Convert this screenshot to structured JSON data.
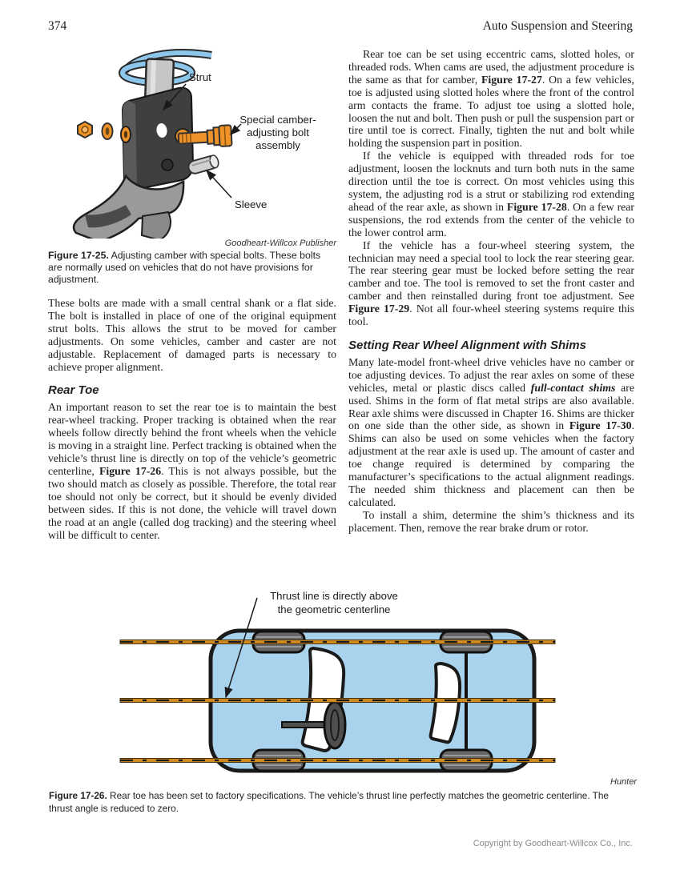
{
  "header": {
    "page_number": "374",
    "running_title": "Auto Suspension and Steering"
  },
  "figure_25": {
    "label_strut": "Strut",
    "label_bolt_line1": "Special camber-",
    "label_bolt_line2": "adjusting bolt",
    "label_bolt_line3": "assembly",
    "label_sleeve": "Sleeve",
    "credit": "Goodheart-Willcox Publisher",
    "caption_lead": "Figure 17-25.",
    "caption_rest": " Adjusting camber with special bolts. These bolts are normally used on vehicles that do not have provisions for adjustment."
  },
  "left_col": {
    "para_bolts": "These bolts are made with a small central shank or a flat side. The bolt is installed in place of one of the original equipment strut bolts. This allows the strut to be moved for camber adjustments. On some vehicles, camber and caster are not adjustable. Replacement of damaged parts is necessary to achieve proper alignment.",
    "heading_rear_toe": "Rear Toe",
    "para_rear_toe": [
      {
        "t": "An important reason to set the rear toe is to maintain the best rear-wheel tracking. Proper tracking is obtained when the rear wheels follow directly behind the front wheels when the vehicle is moving in a straight line. Perfect tracking is obtained when the vehicle’s thrust line is directly on top of the vehicle’s geometric centerline, "
      },
      {
        "t": "Figure 17-26",
        "b": true
      },
      {
        "t": ". This is not always possible, but the two should match as closely as possible. Therefore, the total rear toe should not only be correct, but it should be evenly divided between sides. If this is not done, the vehicle will travel down the road at an angle (called dog tracking) and the steering wheel will be difficult to center."
      }
    ]
  },
  "right_col": {
    "para_cams": [
      {
        "t": "Rear toe can be set using eccentric cams, slotted holes, or threaded rods. When cams are used, the adjustment procedure is the same as that for camber, "
      },
      {
        "t": "Figure 17-27",
        "b": true
      },
      {
        "t": ". On a few vehicles, toe is adjusted using slotted holes where the front of the control arm contacts the frame. To adjust toe using a slotted hole, loosen the nut and bolt. Then push or pull the suspension part or tire until toe is correct. Finally, tighten the nut and bolt while holding the suspension part in position."
      }
    ],
    "para_threaded": [
      {
        "t": "If the vehicle is equipped with threaded rods for toe adjustment, loosen the locknuts and turn both nuts in the same direction until the toe is correct. On most vehicles using this system, the adjusting rod is a strut or stabilizing rod extending ahead of the rear axle, as shown in "
      },
      {
        "t": "Figure 17-28",
        "b": true
      },
      {
        "t": ". On a few rear suspensions, the rod extends from the center of the vehicle to the lower control arm."
      }
    ],
    "para_fourwheel": [
      {
        "t": "If the vehicle has a four-wheel steering system, the technician may need a special tool to lock the rear steering gear. The rear steering gear must be locked before setting the rear camber and toe. The tool is removed to set the front caster and camber and then reinstalled during front toe adjustment. See "
      },
      {
        "t": "Figure 17-29",
        "b": true
      },
      {
        "t": ". Not all four-wheel steering systems require this tool."
      }
    ],
    "heading_shims": "Setting Rear Wheel Alignment with Shims",
    "para_shims": [
      {
        "t": "Many late-model front-wheel drive vehicles have no camber or toe adjusting devices. To adjust the rear axles on some of these vehicles, metal or plastic discs called "
      },
      {
        "t": "full-contact shims",
        "b": true,
        "i": true
      },
      {
        "t": " are used. Shims in the form of flat metal strips are also available. Rear axle shims were discussed in Chapter 16. Shims are thicker on one side than the other side, as shown in "
      },
      {
        "t": "Figure 17-30",
        "b": true
      },
      {
        "t": ". Shims can also be used on some vehicles when the factory adjustment at the rear axle is used up. The amount of caster and toe change required is determined by comparing the manufacturer’s specifications to the actual alignment readings. The needed shim thickness and placement can then be calculated."
      }
    ],
    "para_install": [
      {
        "t": "To install a shim, determine the shim’s thickness and its placement. Then, remove the rear brake drum or rotor."
      }
    ]
  },
  "figure_26": {
    "label_line1": "Thrust line is directly above",
    "label_line2": "the geometric centerline",
    "credit": "Hunter",
    "caption_lead": "Figure 17-26.",
    "caption_rest": " Rear toe has been set to factory specifications. The vehicle’s thrust line perfectly matches the geometric centerline. The thrust angle is reduced to zero."
  },
  "footer": {
    "copyright": "Copyright by Goodheart-Willcox Co., Inc."
  },
  "colors": {
    "accent_orange": "#ef9329",
    "car_blue": "#a9d2ed",
    "spring_blue": "#8cc6ea",
    "rod_tan": "#cf8b20"
  }
}
